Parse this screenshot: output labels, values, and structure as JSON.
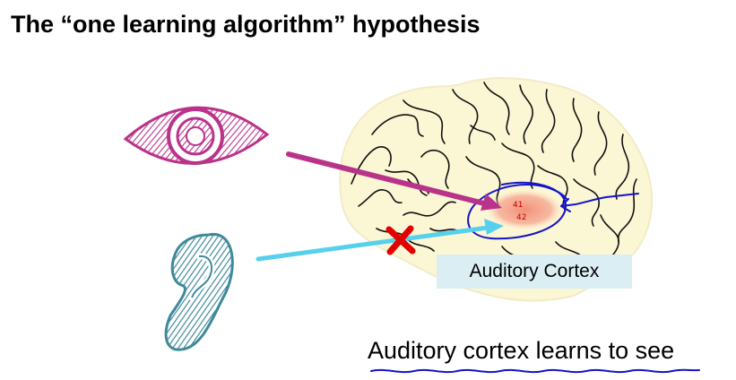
{
  "title": "The “one learning algorithm” hypothesis",
  "cortex_label": "Auditory Cortex",
  "caption": "Auditory cortex learns to see",
  "brodmann_areas": [
    "41",
    "42"
  ],
  "icons": [
    "eye-icon",
    "ear-icon",
    "brain-illustration",
    "cross-mark-icon"
  ],
  "colors": {
    "eye": "#b9338a",
    "eye_arrow": "#b9338a",
    "ear": "#3f8a9a",
    "ear_arrow": "#57d0ee",
    "cross": "#e30000",
    "circle": "#1414c8",
    "brain_fill": "#fbf6d3",
    "cortex_highlight": "#f6a38e",
    "label_bg": "#daeef3"
  }
}
